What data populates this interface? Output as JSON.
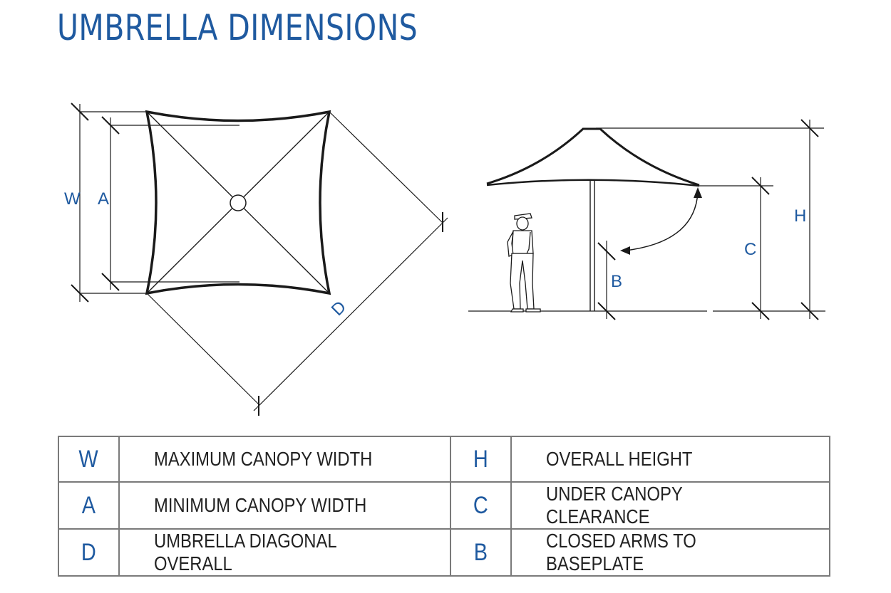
{
  "title": "UMBRELLA DIMENSIONS",
  "diagram_labels": {
    "W": "W",
    "A": "A",
    "D": "D",
    "H": "H",
    "C": "C",
    "B": "B"
  },
  "legend": {
    "rows": [
      {
        "left_code": "W",
        "left_desc": "MAXIMUM CANOPY WIDTH",
        "right_code": "H",
        "right_desc": "OVERALL HEIGHT"
      },
      {
        "left_code": "A",
        "left_desc": "MINIMUM CANOPY WIDTH",
        "right_code": "C",
        "right_desc": "UNDER CANOPY CLEARANCE"
      },
      {
        "left_code": "D",
        "left_desc": "UMBRELLA DIAGONAL OVERALL",
        "right_code": "B",
        "right_desc": "CLOSED ARMS TO BASEPLATE"
      }
    ]
  },
  "colors": {
    "accent": "#1f5aa0",
    "line": "#1a1a1a",
    "table_border": "#7a7a7a"
  }
}
